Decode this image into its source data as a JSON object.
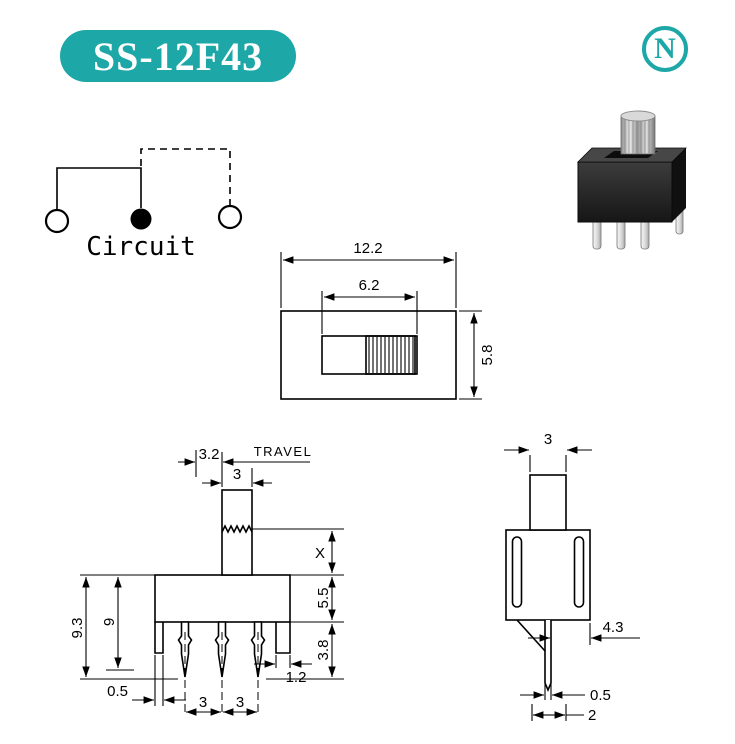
{
  "colors": {
    "accent": "#1ea7a7",
    "ink": "#000000"
  },
  "header": {
    "model": "SS-12F43",
    "logo_letter": "N"
  },
  "circuit": {
    "label": "Circuit"
  },
  "top_view": {
    "dim_total_width": "12.2",
    "dim_slider_width": "6.2",
    "dim_height": "5.8"
  },
  "front_view": {
    "dim_travel": "3.2",
    "travel_label": "TRAVEL",
    "dim_knob_width": "3",
    "dim_exposed": "X",
    "dim_body_height": "5.5",
    "dim_pin_length": "3.8",
    "dim_height_total": "9.3",
    "dim_height_inner": "9",
    "dim_leg_width": "0.5",
    "dim_pitch_left": "3",
    "dim_pitch_right": "3",
    "dim_leg_right": "1.2"
  },
  "side_view": {
    "dim_knob_depth": "3",
    "dim_body_depth": "4.3",
    "dim_pin_thickness": "0.5",
    "dim_pin_offset": "2"
  }
}
